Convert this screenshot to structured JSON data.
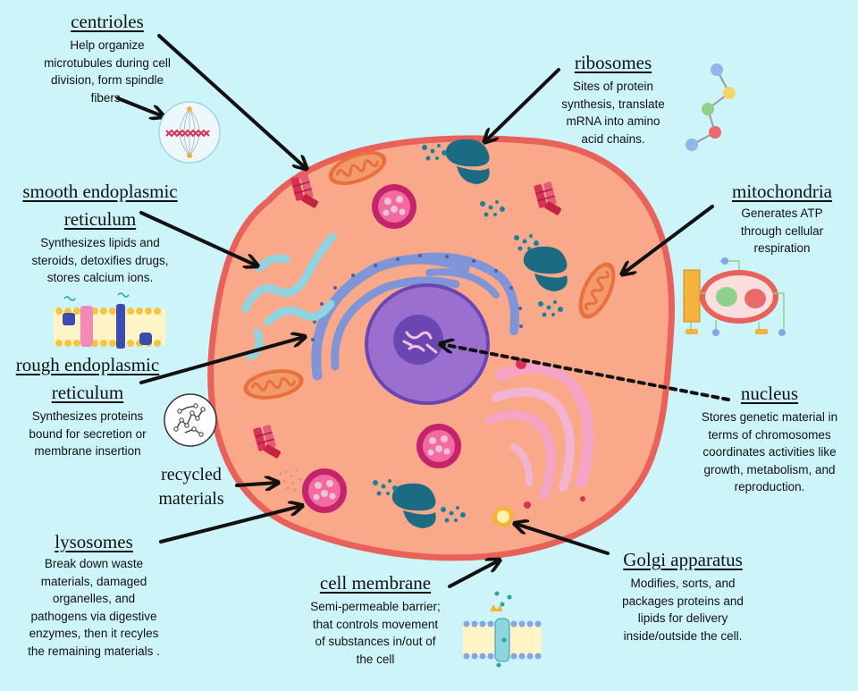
{
  "labels": {
    "centrioles": {
      "title": "centrioles",
      "desc": "Help organize\nmicrotubules during cell\ndivision, form spindle\nfibers."
    },
    "ribosomes": {
      "title": "ribosomes",
      "desc": "Sites of protein\nsynthesis, translate\nmRNA into amino\nacid chains."
    },
    "smooth_er": {
      "title_line1": "smooth endoplasmic",
      "title_line2": "reticulum",
      "desc": "Synthesizes lipids and\nsteroids, detoxifies drugs,\nstores calcium ions."
    },
    "mitochondria": {
      "title": "mitochondria",
      "desc": "Generates ATP\nthrough cellular\nrespiration"
    },
    "rough_er": {
      "title_line1": "rough endoplasmic",
      "title_line2": "reticulum",
      "desc": "Synthesizes proteins\nbound for secretion or\nmembrane insertion"
    },
    "nucleus": {
      "title": "nucleus",
      "desc": "Stores genetic material in\nterms of chromosomes\ncoordinates activities like\ngrowth, metabolism, and\nreproduction."
    },
    "recycled": {
      "line1": "recycled",
      "line2": "materials"
    },
    "lysosomes": {
      "title": "lysosomes",
      "desc": "Break down waste\nmaterials, damaged\norganelles, and\npathogens via digestive\nenzymes, then it recyles\nthe remaining materials ."
    },
    "cell_membrane": {
      "title": "cell membrane",
      "desc": "Semi-permeable barrier;\nthat controls movement\nof substances in/out of\nthe cell"
    },
    "golgi": {
      "title": "Golgi apparatus",
      "desc": "Modifies, sorts, and\npackages proteins and\nlipids for delivery\ninside/outside the cell."
    }
  },
  "colors": {
    "background": "#cdf4f8",
    "cytoplasm": "#f9a98a",
    "membrane": "#e8615a",
    "nucleus": "#9b6fd0",
    "nucleolus": "#6b46b0",
    "rough_er": "#7f95d8",
    "smooth_er": "#8fd4e0",
    "golgi": "#f5a3c7",
    "mitochondria": "#e8703c",
    "lysosome": "#c4246c",
    "ribosome": "#1b6b82",
    "centriole": "#d93055",
    "arrow": "#111111"
  }
}
